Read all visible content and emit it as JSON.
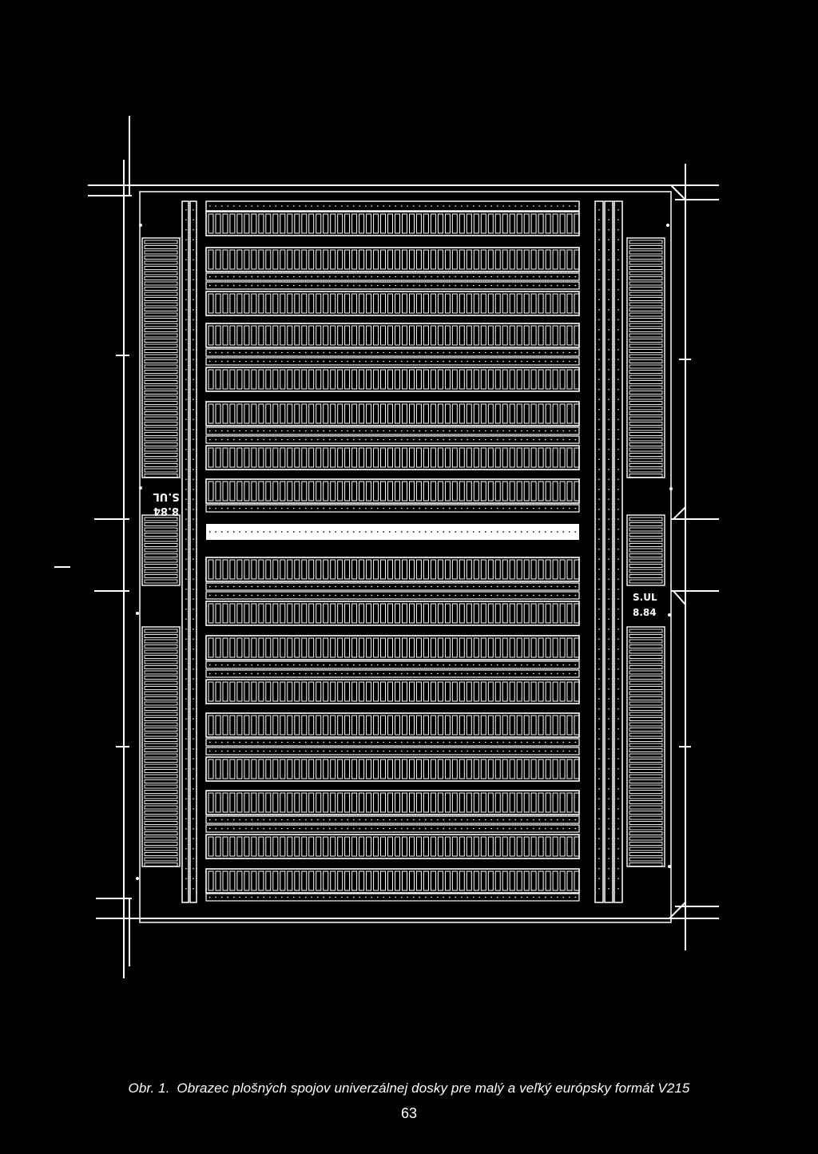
{
  "board": {
    "marking_left_line1": "8.84",
    "marking_left_line2": "S.UL",
    "marking_right_line1": "S.UL",
    "marking_right_line2": "8.84"
  },
  "caption": {
    "label": "Obr. 1.",
    "text": "Obrazec plošných spojov univerzálnej dosky pre malý a veľký európsky formát V215"
  },
  "page_number": "63",
  "colors": {
    "background": "#000000",
    "foreground": "#ffffff"
  }
}
